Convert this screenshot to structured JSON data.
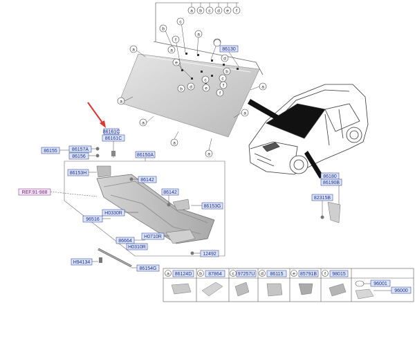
{
  "callout_letters": [
    "a",
    "b",
    "c",
    "d",
    "e",
    "f"
  ],
  "parts": {
    "p86130": "86130",
    "p86161C_top": "86161C",
    "p86161C": "86161C",
    "p86155": "86155",
    "p86157A": "86157A",
    "p86156": "86156",
    "p86150A": "86150A",
    "p86153H": "86153H",
    "p86142a": "86142",
    "p86142b": "86142",
    "pREF": "REF.91-988",
    "p86153G": "86153G",
    "pH0330R": "H0330R",
    "p96516": "96516",
    "pH0710R": "H0710R",
    "p86664": "86664",
    "pH0310R": "H0310R",
    "p12492": "12492",
    "pH94134": "H94134",
    "p86154G": "86154G",
    "p86180": "86180",
    "p86190B": "86190B",
    "p82315B": "82315B"
  },
  "legend": [
    {
      "letter": "a",
      "part": "86124D"
    },
    {
      "letter": "b",
      "part": "87864"
    },
    {
      "letter": "c",
      "part": "97257U"
    },
    {
      "letter": "d",
      "part": "86115"
    },
    {
      "letter": "e",
      "part": "85791B"
    },
    {
      "letter": "f",
      "part": "98015"
    }
  ],
  "legend_extra": {
    "p96001": "96001",
    "p96000": "96000"
  },
  "colors": {
    "accent_arrow": "#e0342c",
    "part_blue": "#1b2a8a",
    "box_fill": "#dde6ff",
    "ref_purple": "#7a1f6e"
  }
}
